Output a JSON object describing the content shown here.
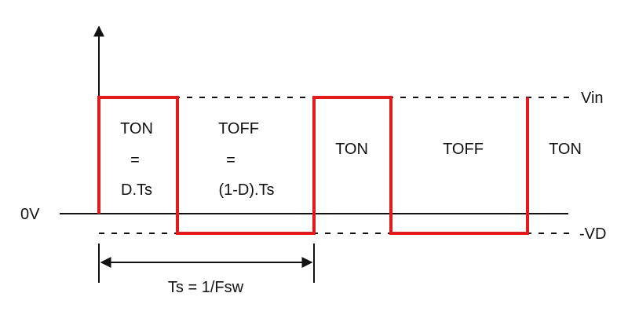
{
  "colors": {
    "waveform": "#e31a1c",
    "ink": "#111111"
  },
  "levels": {
    "high": "Vin",
    "zero": "0V",
    "low": "-VD"
  },
  "on_interval": {
    "title": "TON",
    "equals": "=",
    "formula": "D.Ts"
  },
  "off_interval": {
    "title": "TOFF",
    "equals": "=",
    "formula": "(1-D).Ts"
  },
  "second_on": "TON",
  "second_off": "TOFF",
  "third_on": "TON",
  "period": "Ts = 1/Fsw"
}
